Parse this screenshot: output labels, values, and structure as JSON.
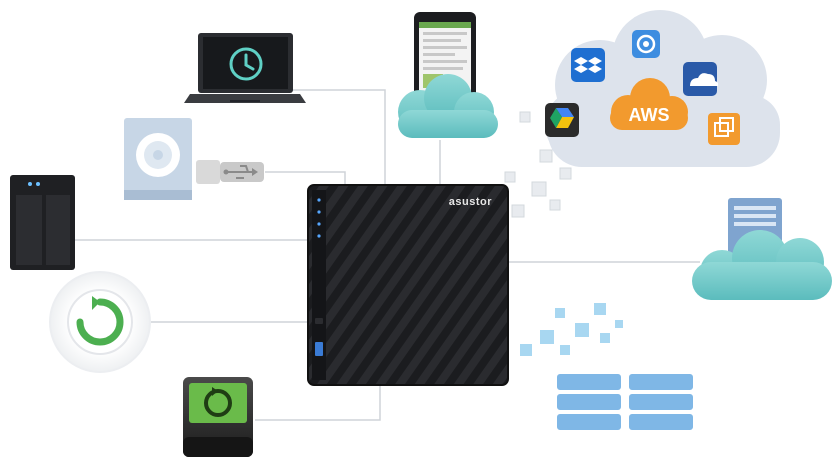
{
  "nas": {
    "brand": "asustor"
  },
  "cloud_services": {
    "aws_label": "AWS",
    "icons": [
      "dropbox-icon",
      "google-drive-icon",
      "onedrive-icon",
      "sync-icon",
      "copy-icon"
    ]
  },
  "devices": [
    "laptop-backup",
    "smartphone",
    "usb-drive",
    "external-disk",
    "nas-unit",
    "backup-sync",
    "external-backup-drive",
    "remote-server",
    "database-storage"
  ],
  "colors": {
    "teal": "#6fcaca",
    "aws_orange": "#f29a2e",
    "green": "#5cb85c",
    "nas_body": "#1e1f22",
    "cloud_light": "#d9dfe9",
    "server_blue": "#7fa4cf"
  }
}
